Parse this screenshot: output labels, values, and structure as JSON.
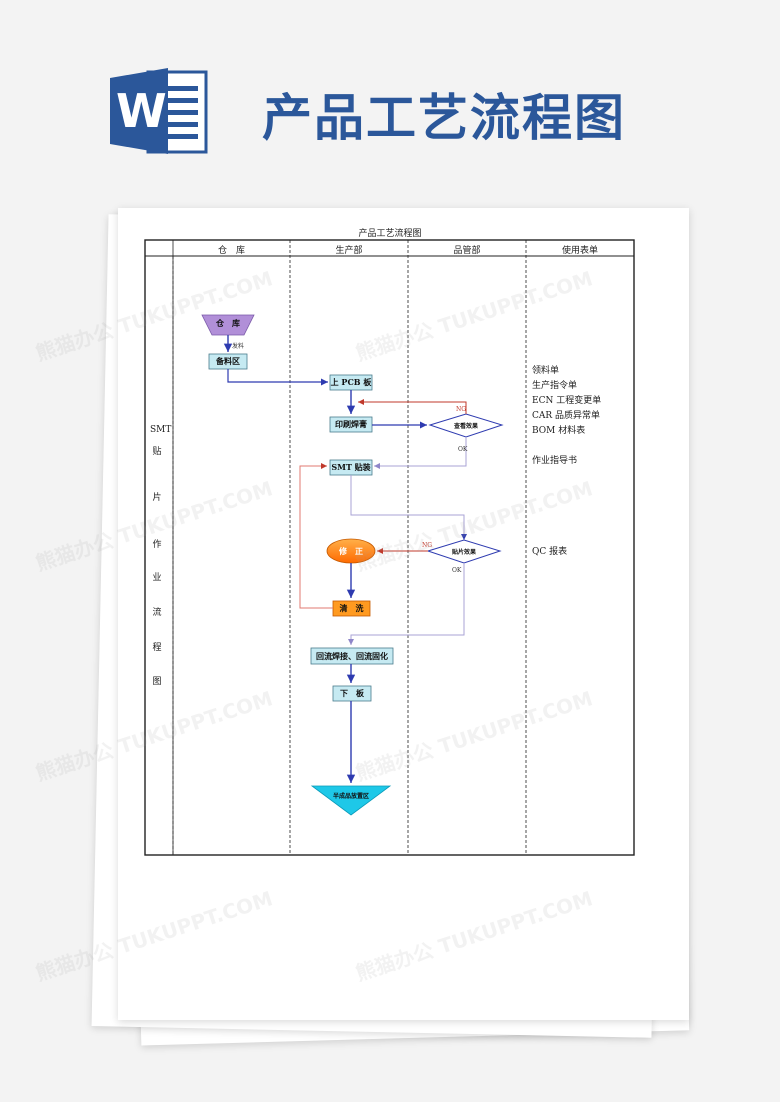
{
  "header": {
    "title": "产品工艺流程图",
    "logo_letter": "W"
  },
  "document": {
    "title": "产品工艺流程图",
    "columns": [
      "仓　库",
      "生产部",
      "品管部",
      "使用表单"
    ],
    "row_label_chars": [
      "SMT",
      "贴",
      "片",
      "作",
      "业",
      "流",
      "程",
      "图"
    ]
  },
  "flow": {
    "warehouse": "仓　库",
    "issue": "发料",
    "staging": "备料区",
    "pcb_loading": "上 PCB 板",
    "solder_printing": "印刷焊膏",
    "check_effect": "查看效果",
    "smt_placement": "SMT 贴装",
    "placement_effect": "贴片效果",
    "repair": "修　正",
    "cleaning": "清　洗",
    "reflow": "回流焊接、回流固化",
    "unloading": "下　板",
    "semi_finished": "半成品放置区",
    "ok1": "OK",
    "ok2": "OK",
    "no1": "NG",
    "no2": "NG"
  },
  "forms": {
    "group1": [
      "领料单",
      "生产指令单",
      "ECN 工程变更单",
      "CAR 品质异常单",
      "BOM 材料表"
    ],
    "work_instruction": "作业指导书",
    "qc_report": "QC 报表"
  },
  "watermark": "熊猫办公 TUKUPPT.COM",
  "colors": {
    "accent": "#2b579a",
    "line_blue": "#2e3bb0",
    "line_red": "#c0392b",
    "line_purple": "#a9a3d6",
    "box_fill": "#c6eaf2",
    "orange": "#ff7a00",
    "purple": "#b18fd8",
    "cyan": "#1ec8e8"
  }
}
